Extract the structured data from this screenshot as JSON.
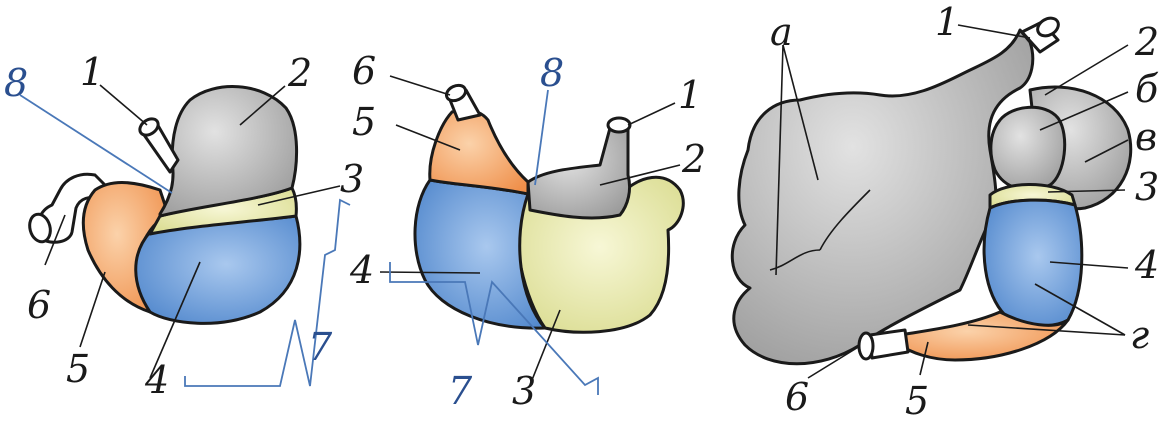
{
  "colors": {
    "fundus_gray": "#b9b9b9",
    "cardia_yellow": "#e6e7a9",
    "body_blue": "#6f9fd8",
    "pylorus_orange": "#f4a76a",
    "tube_white": "#ffffff",
    "bracket_blue": "#4a78b8",
    "label_dark": "#1a1a1a"
  },
  "figures": [
    {
      "id": "left",
      "labels": {
        "n1": "1",
        "n2": "2",
        "n3": "3",
        "n4": "4",
        "n5": "5",
        "n6": "6",
        "n7": "7",
        "n8": "8"
      }
    },
    {
      "id": "middle",
      "labels": {
        "n1": "1",
        "n2": "2",
        "n3": "3",
        "n4": "4",
        "n5": "5",
        "n6": "6",
        "n7": "7",
        "n8": "8"
      }
    },
    {
      "id": "right",
      "labels": {
        "n1": "1",
        "n2": "2",
        "n3": "3",
        "n4": "4",
        "n5": "5",
        "n6": "6",
        "a": "а",
        "b": "б",
        "v": "в",
        "g": "г"
      }
    }
  ]
}
